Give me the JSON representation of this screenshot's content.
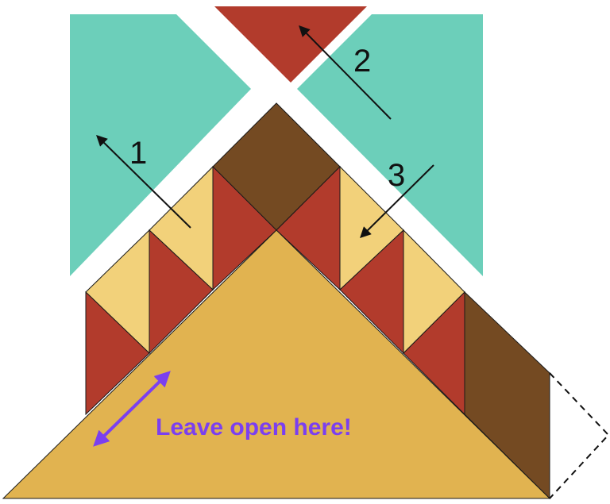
{
  "colors": {
    "teal": "#6ccfba",
    "rust": "#b23b2c",
    "brown": "#744a22",
    "cream": "#f2d17a",
    "gold": "#e1b350",
    "arrow": "#111111",
    "note": "#7b3ff0",
    "background": "#ffffff"
  },
  "steps": [
    {
      "label": "1"
    },
    {
      "label": "2"
    },
    {
      "label": "3"
    }
  ],
  "note": {
    "text": "Leave open here!",
    "icon": "double-arrow-icon"
  }
}
